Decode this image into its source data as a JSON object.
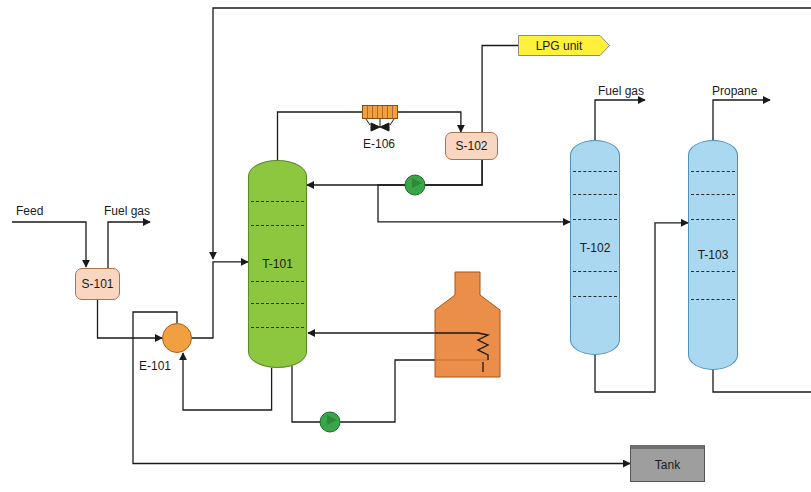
{
  "diagram": {
    "nodes": [
      {
        "text": [
          "S-101"
        ]
      },
      {
        "text": [
          "E-106"
        ]
      },
      {
        "text": [
          "S-102"
        ]
      },
      {
        "text": [
          "LPG unit"
        ]
      },
      {
        "text": [
          "T-101"
        ]
      },
      {
        "text": [
          "T-102"
        ]
      },
      {
        "text": [
          "T-103"
        ]
      },
      {
        "text": [
          "E-101"
        ]
      },
      {
        "text": [
          "Tank"
        ]
      }
    ],
    "edges": [
      {
        "from": 0,
        "to": 7,
        "arrow": "to"
      },
      {
        "from": 7,
        "to": 4,
        "arrow": "to"
      },
      {
        "from": 4,
        "to": 1,
        "arrow": "none"
      },
      {
        "from": 1,
        "to": 2,
        "arrow": "to"
      },
      {
        "from": 2,
        "to": 3,
        "arrow": "none"
      },
      {
        "from": 2,
        "to": 4,
        "arrow": "to"
      },
      {
        "from": 2,
        "to": 5,
        "arrow": "to"
      },
      {
        "from": 4,
        "to": 7,
        "arrow": "to"
      },
      {
        "from": 7,
        "to": 8,
        "arrow": "to"
      },
      {
        "from": 5,
        "to": 6,
        "arrow": "to"
      }
    ],
    "labels": [
      "Feed",
      "Fuel gas",
      "Fuel gas",
      "Propane"
    ]
  }
}
